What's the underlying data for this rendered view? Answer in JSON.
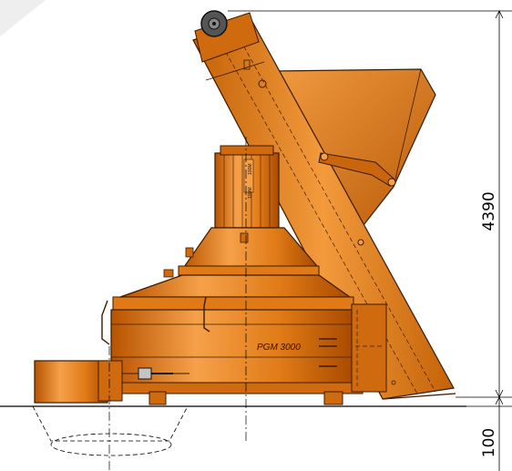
{
  "drawing": {
    "model_label": "PGM 3000",
    "height_dimension": "4390",
    "foundation_dimension": "100",
    "motor_label_upper": "100M",
    "motor_label_lower": "100M"
  },
  "colors": {
    "body_orange": "#e07a16",
    "body_light": "#f5a14a",
    "body_dark": "#a84a00",
    "outline": "#3a1a00",
    "dimension_line": "#000000",
    "corner_fold": "#eeeeee"
  }
}
